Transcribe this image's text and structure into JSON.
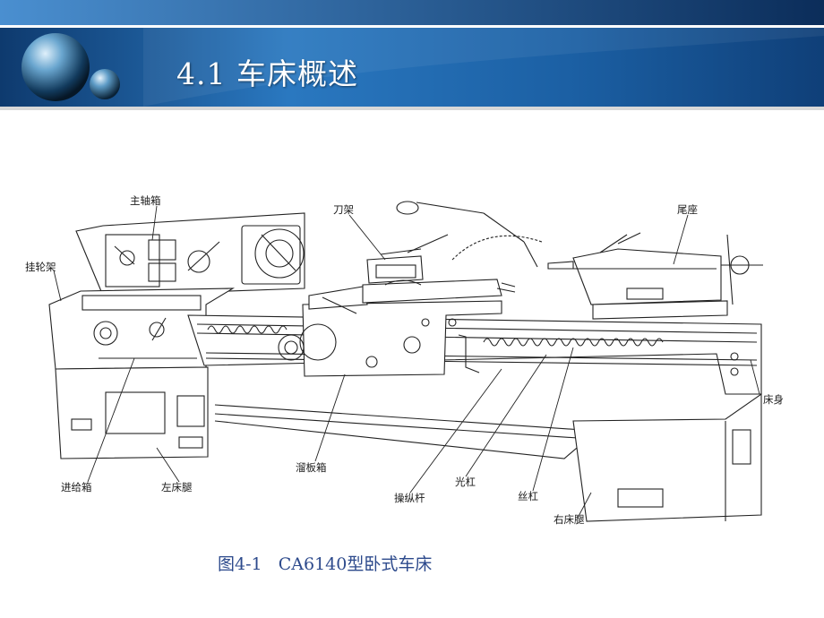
{
  "slide": {
    "title": "4.1  车床概述",
    "caption": "图4-1   CA6140型卧式车床"
  },
  "figure": {
    "labels": {
      "headstock": "主轴箱",
      "tool_post": "刀架",
      "tailstock": "尾座",
      "change_gear_frame": "挂轮架",
      "bed": "床身",
      "feed_box": "进给箱",
      "left_leg": "左床腿",
      "apron": "溜板箱",
      "control_rod": "操纵杆",
      "feed_rod": "光杠",
      "lead_screw": "丝杠",
      "right_leg": "右床腿"
    }
  },
  "colors": {
    "header_dark": "#0d2f5e",
    "header_light": "#3d86c8",
    "caption": "#2d4a8c"
  }
}
